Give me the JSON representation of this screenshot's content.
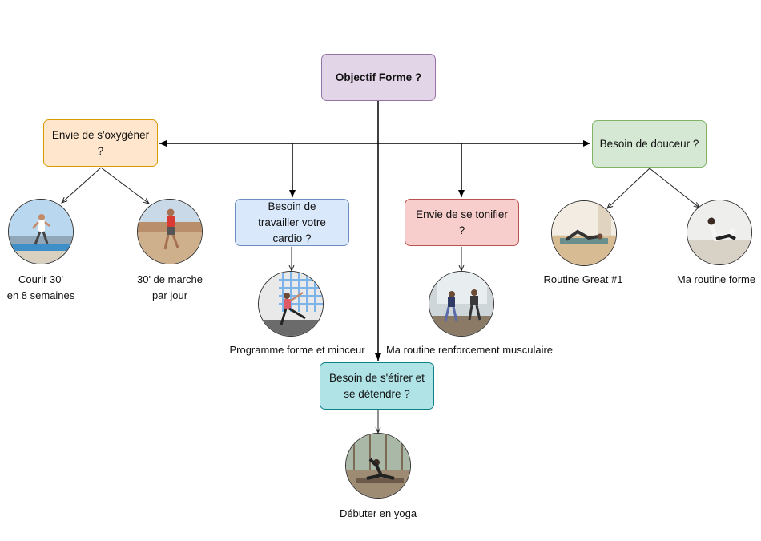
{
  "diagram": {
    "root": "Objectif Forme ?",
    "branches": {
      "oxygen": "Envie de s'oxygéner ?",
      "cardio": "Besoin de\ntravailler votre cardio ?",
      "tonify": "Envie de se tonifier ?",
      "gentle": "Besoin de douceur ?",
      "stretch": "Besoin de s'étirer et\nse détendre ?"
    },
    "programs": {
      "run": "Courir 30'\nen 8 semaines",
      "walk": "30' de marche\npar jour",
      "fitness_slim": "Programme forme et minceur",
      "strength": "Ma routine renforcement musculaire",
      "great": "Routine Great #1",
      "my_routine": "Ma routine forme",
      "yoga": "Débuter en yoga"
    }
  },
  "colors": {
    "root": "#e1d5e7",
    "oxygen": "#ffe6cc",
    "cardio": "#dae8fc",
    "tonify": "#f8cecc",
    "gentle": "#d5e8d4",
    "stretch": "#b0e3e6"
  }
}
